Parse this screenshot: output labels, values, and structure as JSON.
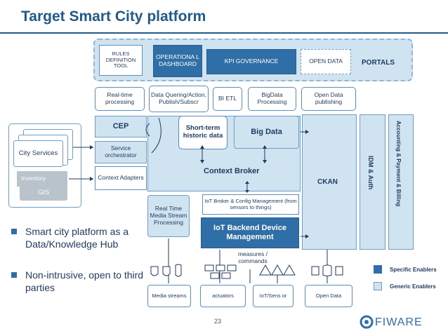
{
  "title": "Target Smart City platform",
  "portals": {
    "label": "PORTALS",
    "rules": "RULES DEFINITION TOOL",
    "operational": "OPERATIONA L DASHBOARD",
    "kpi": "KPI GOVERNANCE",
    "open_data": "OPEN DATA"
  },
  "enablers": {
    "realtime_processing": "Real-time processing",
    "data_querying": "Data Quering/Action, Publish/Subscr",
    "bi_etl": "BI ETL",
    "bigdata_processing": "BigData Processing",
    "opendata_publishing": "Open Data publishing",
    "cep": "CEP",
    "service_orchestrator": "Service orchestrator",
    "context_adapters": "Context Adapters",
    "short_term": "Short-term historic data",
    "big_data": "Big Data",
    "context_broker": "Context Broker",
    "ckan": "CKAN",
    "idm": "IDM & Auth",
    "accounting": "Accounting & Payment & Billing",
    "realtime_media": "Real Time Media Stream Processing",
    "iot_broker": "IoT Broker & Config Management (from sensors to things)",
    "iot_backend": "IoT Backend Device Management",
    "measures": "measures / commands"
  },
  "left": {
    "city_services": "City Services",
    "inventory": "Inventory",
    "gis": "GIS"
  },
  "bottom": {
    "media_streams": "Media streams",
    "actuators": "actuators",
    "iot_sensor": "IoT/Sens or",
    "open_data": "Open Data"
  },
  "bullets": [
    "Smart city platform as a Data/Knowledge Hub",
    "Non-intrusive, open to third parties"
  ],
  "legend": {
    "specific": "Specific Enablers",
    "generic": "Generic Enablers"
  },
  "page_number": "23",
  "logo_text": "FIWARE",
  "colors": {
    "title": "#1f5a8a",
    "generic_enablers": "#cfe3f1",
    "specific_enablers": "#2f6ea6"
  }
}
